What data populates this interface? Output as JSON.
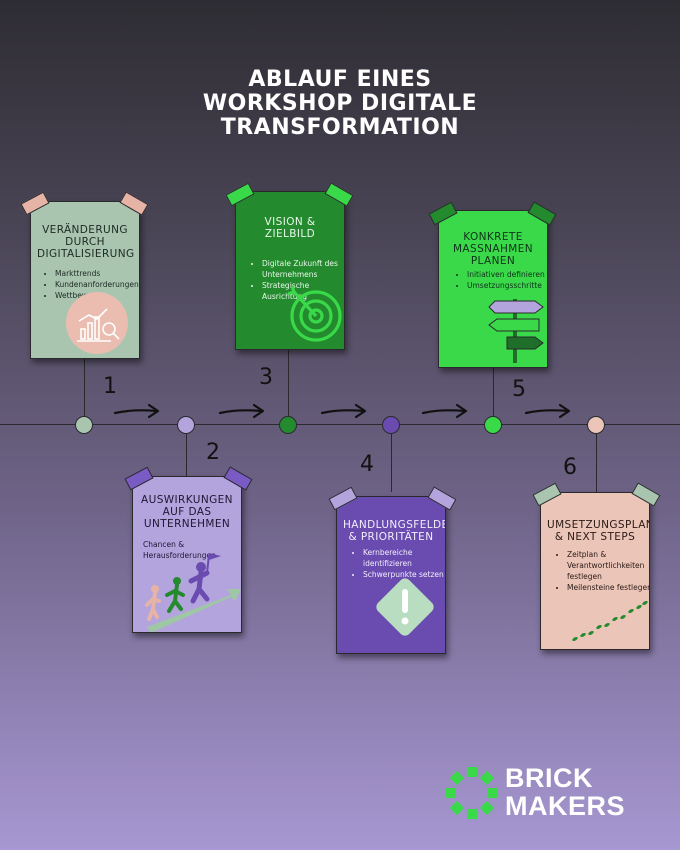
{
  "title": {
    "line1": "ABLAUF EINES",
    "line2": "WORKSHOP DIGITALE",
    "line3": "TRANSFORMATION"
  },
  "steps": [
    {
      "number": "1",
      "title": "VERÄNDERUNG DURCH DIGITALISIERUNG",
      "items": [
        "Markttrends",
        "Kundenanforderungen",
        "Wettbewerb"
      ],
      "color": "#a9c5b0",
      "icon": "chart-magnifier-icon"
    },
    {
      "number": "2",
      "title": "AUSWIRKUNGEN AUF DAS UNTERNEHMEN",
      "subtitle": "Chancen & Herausforderungen",
      "color": "#b3a4dd",
      "icon": "climbing-people-icon"
    },
    {
      "number": "3",
      "title": "VISION & ZIELBILD",
      "items": [
        "Digitale Zukunft des Unternehmens",
        "Strategische Ausrichtung"
      ],
      "color": "#238a2e",
      "icon": "target-icon"
    },
    {
      "number": "4",
      "title": "HANDLUNGSFELDER & PRIORITÄTEN",
      "items": [
        "Kernbereiche identifizieren",
        "Schwerpunkte setzen"
      ],
      "color": "#6a4bb0",
      "icon": "warning-diamond-icon"
    },
    {
      "number": "5",
      "title": "KONKRETE MASSNAHMEN PLANEN",
      "items": [
        "Initiativen definieren",
        "Umsetzungsschritte"
      ],
      "color": "#3ad94a",
      "icon": "signpost-icon"
    },
    {
      "number": "6",
      "title": "UMSETZUNGSPLAN & NEXT STEPS",
      "items": [
        "Zeitplan & Verantwortlichkeiten festlegen",
        "Meilensteine festlegen"
      ],
      "color": "#ebc5b8",
      "icon": "footsteps-icon"
    }
  ],
  "logo": {
    "line1": "BRICK",
    "line2": "MAKERS",
    "icon": "brickmakers-logo-icon",
    "color": "#3ad94a"
  }
}
